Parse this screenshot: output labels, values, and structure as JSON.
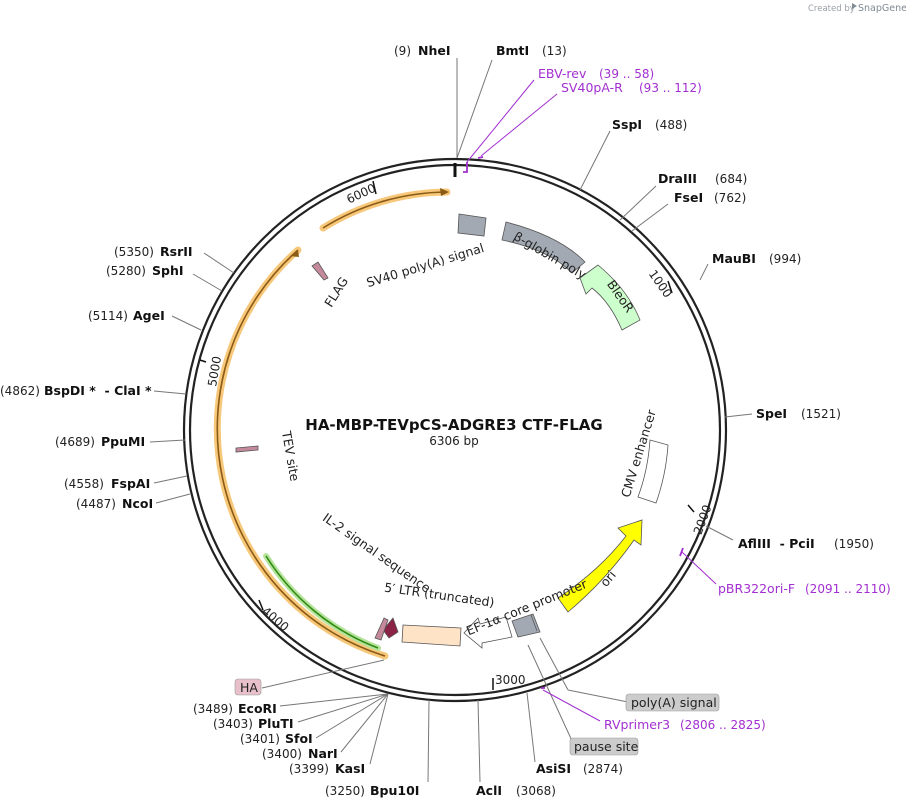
{
  "map": {
    "name": "HA-MBP-TEVpCS-ADGRE3 CTF-FLAG",
    "length": "6306 bp"
  },
  "credit": {
    "prefix": "Created by",
    "brand": "SnapGene"
  },
  "ticks": [
    "1000",
    "2000",
    "3000",
    "4000",
    "5000",
    "6000"
  ],
  "enzymes": [
    {
      "pos": "(9)",
      "name": "NheI"
    },
    {
      "pos": "(13)",
      "name": "BmtI"
    },
    {
      "pos": "(488)",
      "name": "SspI"
    },
    {
      "pos": "(684)",
      "name": "DraIII"
    },
    {
      "pos": "(762)",
      "name": "FseI"
    },
    {
      "pos": "(994)",
      "name": "MauBI"
    },
    {
      "pos": "(1521)",
      "name": "SpeI"
    },
    {
      "pos": "(1950)",
      "name": "AflIII  - PciI"
    },
    {
      "pos": "(2874)",
      "name": "AsiSI"
    },
    {
      "pos": "(3068)",
      "name": "AclI"
    },
    {
      "pos": "(3250)",
      "name": "Bpu10I"
    },
    {
      "pos": "(3399)",
      "name": "KasI"
    },
    {
      "pos": "(3400)",
      "name": "NarI"
    },
    {
      "pos": "(3401)",
      "name": "SfoI"
    },
    {
      "pos": "(3403)",
      "name": "PluTI"
    },
    {
      "pos": "(3489)",
      "name": "EcoRI"
    },
    {
      "pos": "(4487)",
      "name": "NcoI"
    },
    {
      "pos": "(4558)",
      "name": "FspAI"
    },
    {
      "pos": "(4689)",
      "name": "PpuMI"
    },
    {
      "pos": "(4862)",
      "name": "BspDI *  - ClaI *"
    },
    {
      "pos": "(5114)",
      "name": "AgeI"
    },
    {
      "pos": "(5280)",
      "name": "SphI"
    },
    {
      "pos": "(5350)",
      "name": "RsrII"
    }
  ],
  "primers": [
    {
      "name": "EBV-rev",
      "range": "(39 .. 58)"
    },
    {
      "name": "SV40pA-R",
      "range": "(93 .. 112)"
    },
    {
      "name": "pBR322ori-F",
      "range": "(2091 .. 2110)"
    },
    {
      "name": "RVprimer3",
      "range": "(2806 .. 2825)"
    }
  ],
  "features": {
    "sv40": "SV40 poly(A) signal",
    "bglobin": "β-globin poly(A)",
    "bleor": "BleoR",
    "flag": "FLAG",
    "cmv": "CMV enhancer",
    "ori": "ori",
    "ef1a": "EF-1α core promoter",
    "ltr": "5′ LTR (truncated)",
    "il2": "IL-2 signal sequence",
    "tev": "TEV site",
    "ha": "HA",
    "polya": "poly(A) signal",
    "pause": "pause site"
  },
  "colors": {
    "backbone": "#222222",
    "primer": "#a22fd0",
    "orf_highlight": "#f7c77a",
    "orf_line": "#8b5a14",
    "il2_highlight": "#b6e39a",
    "ori": "#ffff00",
    "bleor": "#ccffcc",
    "grey_feature": "#a2a9b2",
    "ltr": "#ffe3c6",
    "tag": "#c48a9b",
    "label_box": "#cccccc",
    "ha_box": "#e8c0cc"
  }
}
